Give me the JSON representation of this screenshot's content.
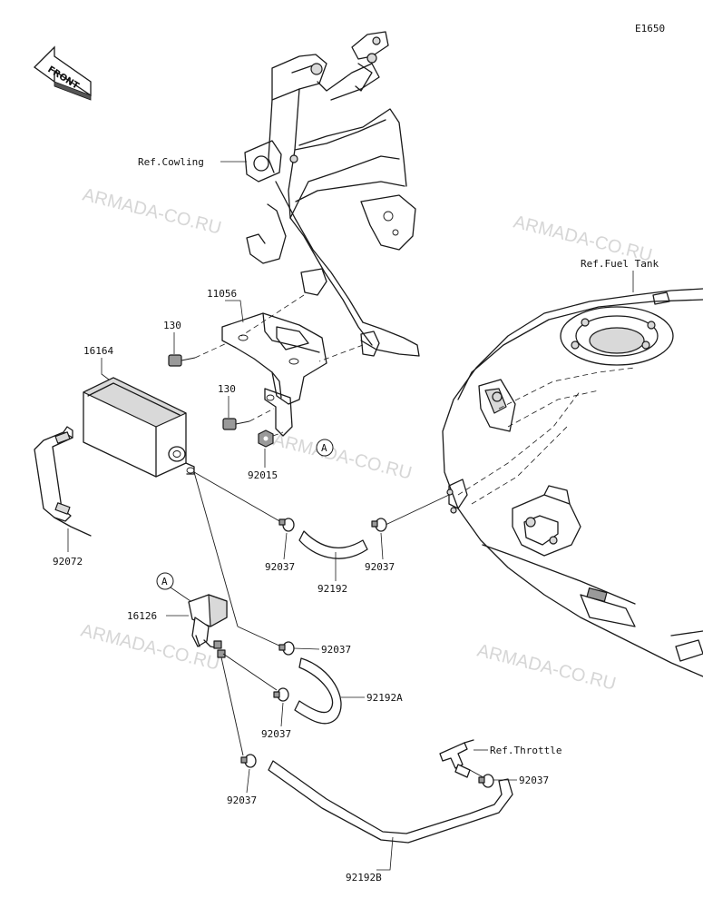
{
  "diagram_code": "E1650",
  "front_label": "FRONT",
  "watermark": "ARMADA-CO.RU",
  "references": {
    "cowling": "Ref.Cowling",
    "fuel_tank": "Ref.Fuel Tank",
    "throttle": "Ref.Throttle"
  },
  "parts": {
    "bracket": "11056",
    "bolt_upper": "130",
    "bolt_lower": "130",
    "canister": "16164",
    "nut": "92015",
    "band": "92072",
    "valve": "16126",
    "clamp_a": "92037",
    "clamp_b": "92037",
    "clamp_c": "92037",
    "clamp_d": "92037",
    "clamp_e": "92037",
    "clamp_f": "92037",
    "hose": "92192",
    "hose_a": "92192A",
    "hose_b": "92192B"
  },
  "connector_marker": "A"
}
